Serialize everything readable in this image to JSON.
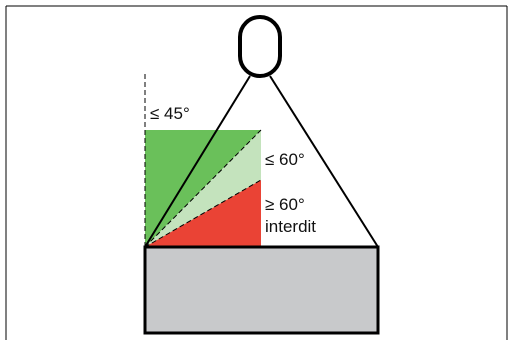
{
  "labels": {
    "max_45": "≤ 45°",
    "max_60": "≤ 60°",
    "over_60": "≥ 60°",
    "forbidden": "interdit"
  },
  "colors": {
    "zone_45": "#6ac05a",
    "zone_60": "#c4e3bd",
    "zone_forbidden": "#ea4335",
    "load": "#c8c9cb",
    "line": "#000000"
  }
}
